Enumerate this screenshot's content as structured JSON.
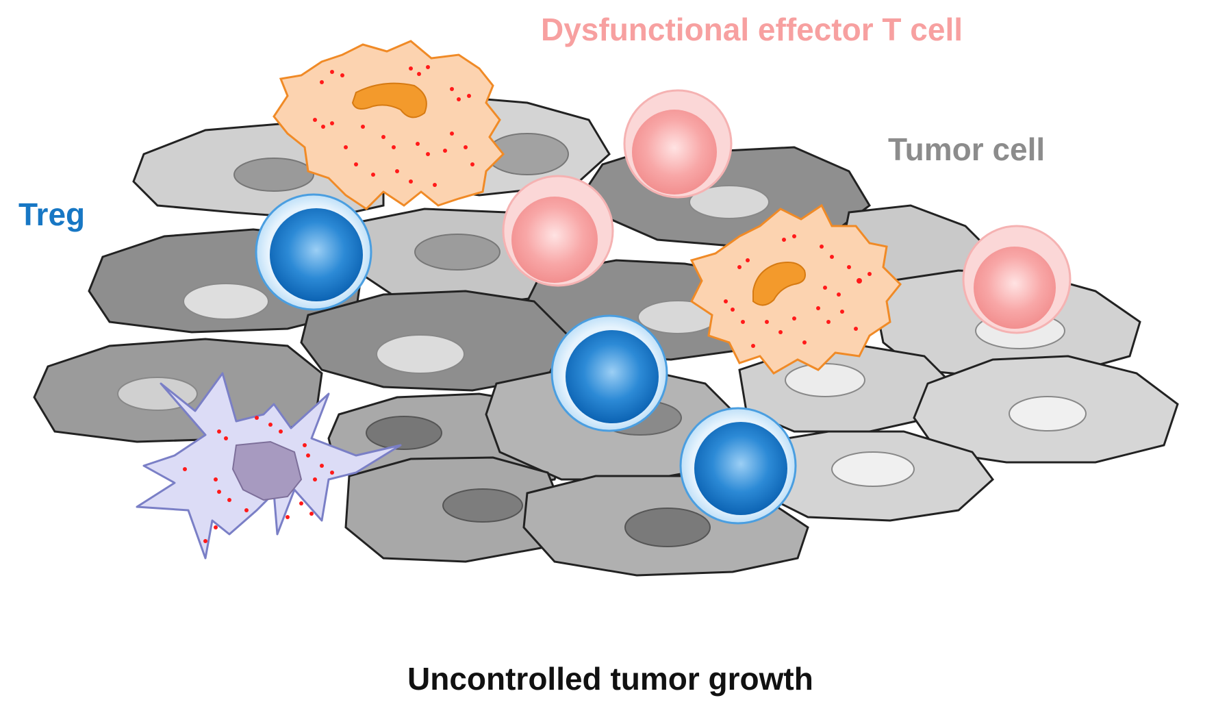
{
  "labels": {
    "effector_t_cell": "Dysfunctional effector T cell",
    "tumor_cell": "Tumor cell",
    "treg": "Treg",
    "caption": "Uncontrolled tumor growth"
  },
  "colors": {
    "effector_label": "#f7a0a0",
    "tumor_label": "#8c8c8c",
    "treg_label": "#1777c4",
    "caption": "#111111",
    "tumor_dark": "#8e8e8e",
    "tumor_mid": "#b3b3b3",
    "tumor_light": "#d6d6d6",
    "treg_cell": "#1f7fd0",
    "effector_cell": "#f6b3b3",
    "macrophage": "#fcd3b2",
    "dendritic_cell": "#dcdcf5",
    "granule": "#ff1a1a"
  }
}
